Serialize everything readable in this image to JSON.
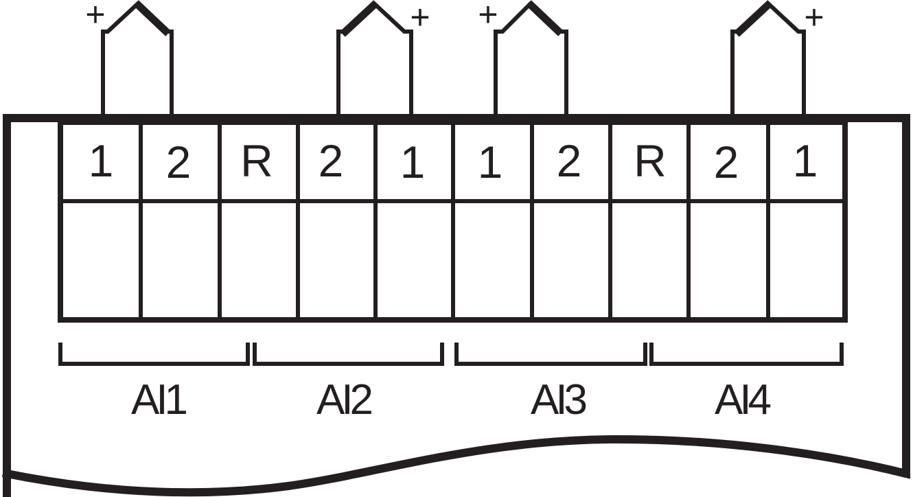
{
  "diagram": {
    "line_color": "#231f20",
    "background": "#ffffff",
    "terminals": [
      "1",
      "2",
      "R",
      "2",
      "1",
      "1",
      "2",
      "R",
      "2",
      "1"
    ],
    "groups": [
      "AI1",
      "AI2",
      "AI3",
      "AI4"
    ],
    "sensors": [
      {
        "plus": "+"
      },
      {
        "plus": "+"
      },
      {
        "plus": "+"
      },
      {
        "plus": "+"
      }
    ]
  }
}
